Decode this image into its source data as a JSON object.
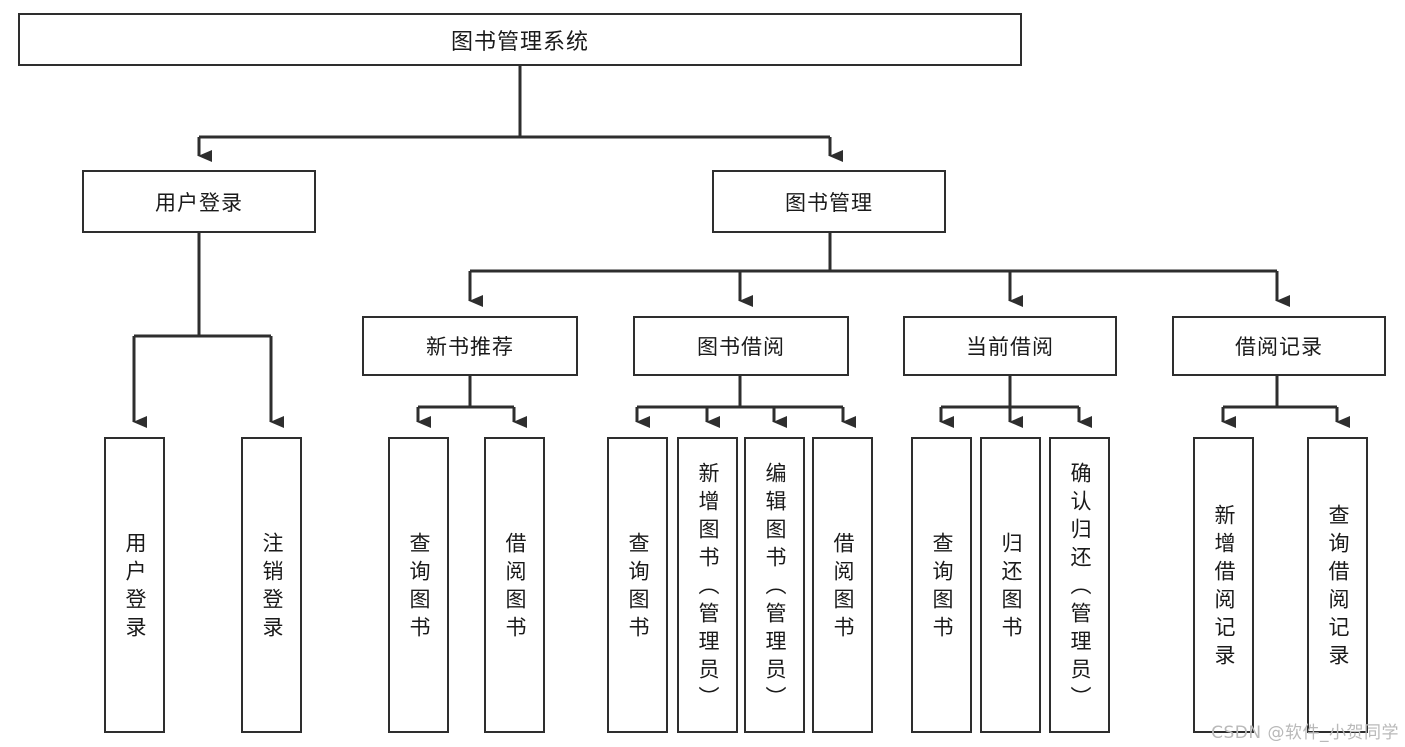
{
  "diagram": {
    "title": "图书管理系统",
    "type": "hierarchy-tree",
    "watermark": "CSDN @软件_小贺同学",
    "colors": {
      "box_border": "#2e2e2e",
      "box_fill": "#ffffff",
      "connector": "#2e2e2e",
      "text": "#1a1a1a",
      "watermark": "#b9b9b9",
      "background": "#ffffff"
    },
    "levels": {
      "root": {
        "label": "图书管理系统"
      },
      "level2": [
        {
          "label": "用户登录"
        },
        {
          "label": "图书管理"
        }
      ],
      "level3": [
        {
          "label": "新书推荐"
        },
        {
          "label": "图书借阅"
        },
        {
          "label": "当前借阅"
        },
        {
          "label": "借阅记录"
        }
      ],
      "leaves": {
        "user_login": [
          {
            "label": "用户登录"
          },
          {
            "label": "注销登录"
          }
        ],
        "new_book_recommend": [
          {
            "label": "查询图书"
          },
          {
            "label": "借阅图书"
          }
        ],
        "book_borrow": [
          {
            "label": "查询图书"
          },
          {
            "label": "新增图书（管理员）"
          },
          {
            "label": "编辑图书（管理员）"
          },
          {
            "label": "借阅图书"
          }
        ],
        "current_borrow": [
          {
            "label": "查询图书"
          },
          {
            "label": "归还图书"
          },
          {
            "label": "确认归还（管理员）"
          }
        ],
        "borrow_record": [
          {
            "label": "新增借阅记录"
          },
          {
            "label": "查询借阅记录"
          }
        ]
      }
    }
  }
}
